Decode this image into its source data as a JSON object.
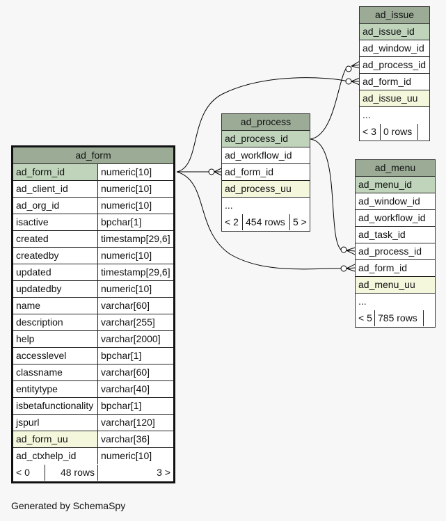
{
  "tables": {
    "ad_form": {
      "name": "ad_form",
      "columns": [
        {
          "name": "ad_form_id",
          "type": "numeric[10]"
        },
        {
          "name": "ad_client_id",
          "type": "numeric[10]"
        },
        {
          "name": "ad_org_id",
          "type": "numeric[10]"
        },
        {
          "name": "isactive",
          "type": "bpchar[1]"
        },
        {
          "name": "created",
          "type": "timestamp[29,6]"
        },
        {
          "name": "createdby",
          "type": "numeric[10]"
        },
        {
          "name": "updated",
          "type": "timestamp[29,6]"
        },
        {
          "name": "updatedby",
          "type": "numeric[10]"
        },
        {
          "name": "name",
          "type": "varchar[60]"
        },
        {
          "name": "description",
          "type": "varchar[255]"
        },
        {
          "name": "help",
          "type": "varchar[2000]"
        },
        {
          "name": "accesslevel",
          "type": "bpchar[1]"
        },
        {
          "name": "classname",
          "type": "varchar[60]"
        },
        {
          "name": "entitytype",
          "type": "varchar[40]"
        },
        {
          "name": "isbetafunctionality",
          "type": "bpchar[1]"
        },
        {
          "name": "jspurl",
          "type": "varchar[120]"
        },
        {
          "name": "ad_form_uu",
          "type": "varchar[36]"
        },
        {
          "name": "ad_ctxhelp_id",
          "type": "numeric[10]"
        }
      ],
      "footer": {
        "parents": "< 0",
        "rows": "48 rows",
        "children": "3 >"
      }
    },
    "ad_process": {
      "name": "ad_process",
      "columns": [
        "ad_process_id",
        "ad_workflow_id",
        "ad_form_id",
        "ad_process_uu",
        "..."
      ],
      "footer": {
        "parents": "< 2",
        "rows": "454 rows",
        "children": "5 >"
      }
    },
    "ad_issue": {
      "name": "ad_issue",
      "columns": [
        "ad_issue_id",
        "ad_window_id",
        "ad_process_id",
        "ad_form_id",
        "ad_issue_uu",
        "..."
      ],
      "footer": {
        "parents": "< 3",
        "rows": "0 rows",
        "children": ""
      }
    },
    "ad_menu": {
      "name": "ad_menu",
      "columns": [
        "ad_menu_id",
        "ad_window_id",
        "ad_workflow_id",
        "ad_task_id",
        "ad_process_id",
        "ad_form_id",
        "ad_menu_uu",
        "..."
      ],
      "footer": {
        "parents": "< 5",
        "rows": "785 rows",
        "children": ""
      }
    }
  },
  "footer_text": "Generated by SchemaSpy"
}
